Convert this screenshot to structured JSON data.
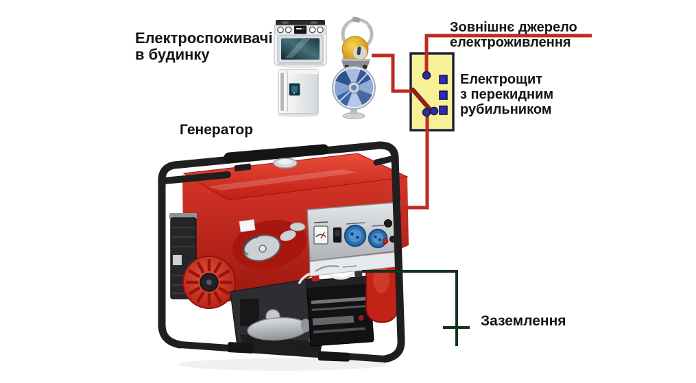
{
  "diagram": {
    "labels": {
      "consumers_line1": "Електроспоживачі",
      "consumers_line2": "в будинку",
      "generator": "Генератор",
      "external_line1": "Зовнішнє джерело",
      "external_line2": "електроживлення",
      "switchboard_line1": "Електрощит",
      "switchboard_line2": "з перекидним",
      "switchboard_line3": "рубильником",
      "grounding": "Заземлення"
    },
    "icons": {
      "stove": "stove-icon",
      "vacuum": "vacuum-cleaner-icon",
      "fridge": "refrigerator-icon",
      "fan": "fan-icon",
      "generator": "generator-photo",
      "ground": "ground-symbol"
    },
    "colors": {
      "wire_red": "#c12a21",
      "switch_lever": "#8e2014",
      "box_fill": "#f7f098",
      "box_border": "#20203e",
      "terminal_dot": "#2d2d9c",
      "contact_square": "#2a2ac2",
      "ground_wire": "#15301e",
      "label_text": "#141414",
      "generator_red": "#d02b20",
      "frame_black": "#1f1f1f",
      "panel_silver": "#cdd1d4",
      "socket_blue": "#2d6fb2"
    }
  }
}
